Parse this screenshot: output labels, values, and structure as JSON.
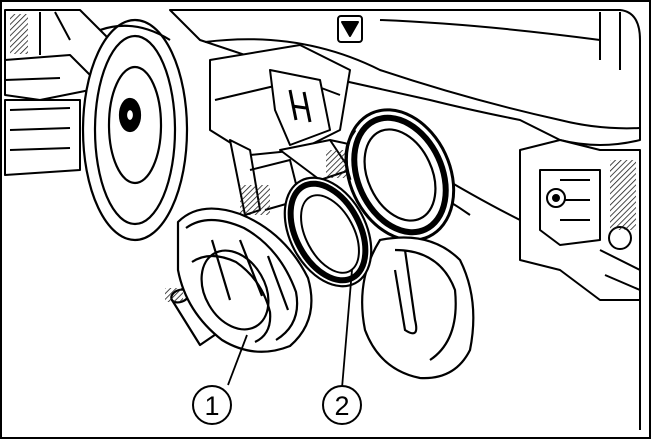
{
  "figure": {
    "callouts": [
      {
        "label": "1",
        "part": "cap"
      },
      {
        "label": "2",
        "part": "seal-ring"
      }
    ]
  },
  "colors": {
    "line": "#000000",
    "background": "#ffffff",
    "hatch": "#1a1a1a"
  }
}
